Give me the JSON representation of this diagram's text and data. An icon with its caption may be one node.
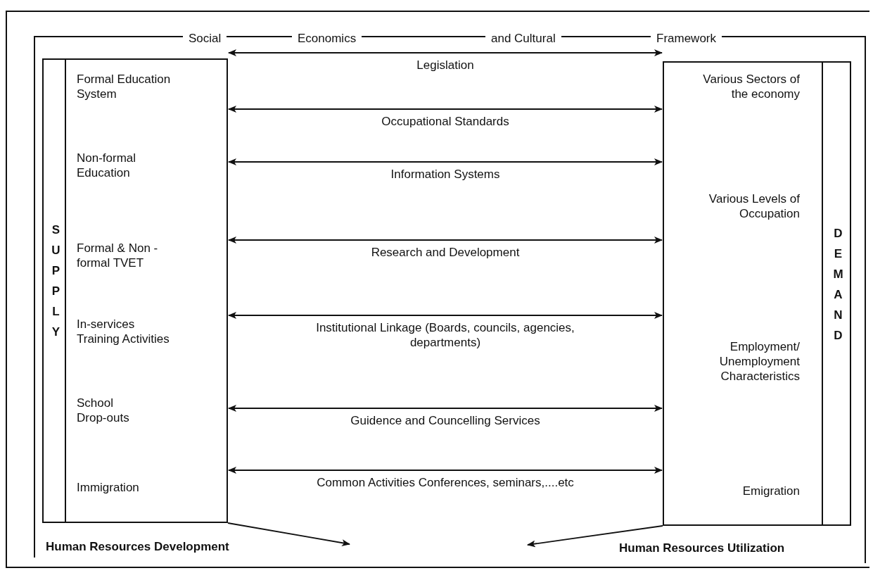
{
  "diagram": {
    "nodes": [
      {
        "text": [
          "Social",
          "Economics",
          "and Cultural",
          "Framework"
        ]
      },
      {
        "text": [
          "SUPPLY",
          "Formal Education System",
          "Non-formal Education",
          "Formal & Non -formal TVET",
          "In-services Training Activities",
          "School Drop-outs",
          "Immigration"
        ],
        "in": 0
      },
      {
        "text": [
          "DEMAND",
          "Various Sectors of the economy",
          "Various Levels of Occupation",
          "Employment/ Unemployment Characteristics",
          "Emigration"
        ],
        "in": 0
      }
    ],
    "edges": [
      {
        "from": 1,
        "to": 2,
        "arrow": "both",
        "label": "Legislation"
      },
      {
        "from": 1,
        "to": 2,
        "arrow": "both",
        "label": "Occupational Standards"
      },
      {
        "from": 1,
        "to": 2,
        "arrow": "both",
        "label": "Information Systems"
      },
      {
        "from": 1,
        "to": 2,
        "arrow": "both",
        "label": "Research and Development"
      },
      {
        "from": 1,
        "to": 2,
        "arrow": "both",
        "label": "Institutional Linkage (Boards, councils, agencies, departments)"
      },
      {
        "from": 1,
        "to": 2,
        "arrow": "both",
        "label": "Guidence and Councelling Services"
      },
      {
        "from": 1,
        "to": 2,
        "arrow": "both",
        "label": "Common Activities Conferences, seminars,....etc"
      },
      {
        "from": 1,
        "to": null,
        "arrow": "to"
      },
      {
        "from": 2,
        "to": null,
        "arrow": "to"
      }
    ],
    "labels": [
      "Human Resources Development",
      "Human Resources Utilization"
    ]
  }
}
